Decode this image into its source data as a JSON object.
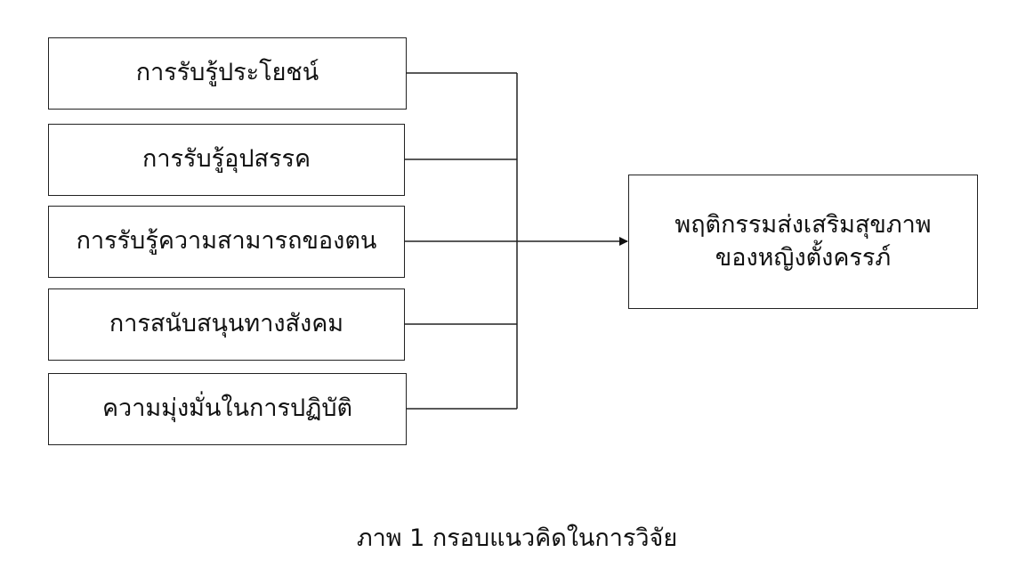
{
  "diagram": {
    "factors": [
      "การรับรู้ประโยชน์",
      "การรับรู้อุปสรรค",
      "การรับรู้ความสามารถของตน",
      "การสนับสนุนทางสังคม",
      "ความมุ่งมั่นในการปฏิบัติ"
    ],
    "outcome": {
      "line1": "พฤติกรรมส่งเสริมสุขภาพ",
      "line2": "ของหญิงตั้งครรภ์"
    }
  },
  "caption": "ภาพ 1 กรอบแนวคิดในการวิจัย"
}
